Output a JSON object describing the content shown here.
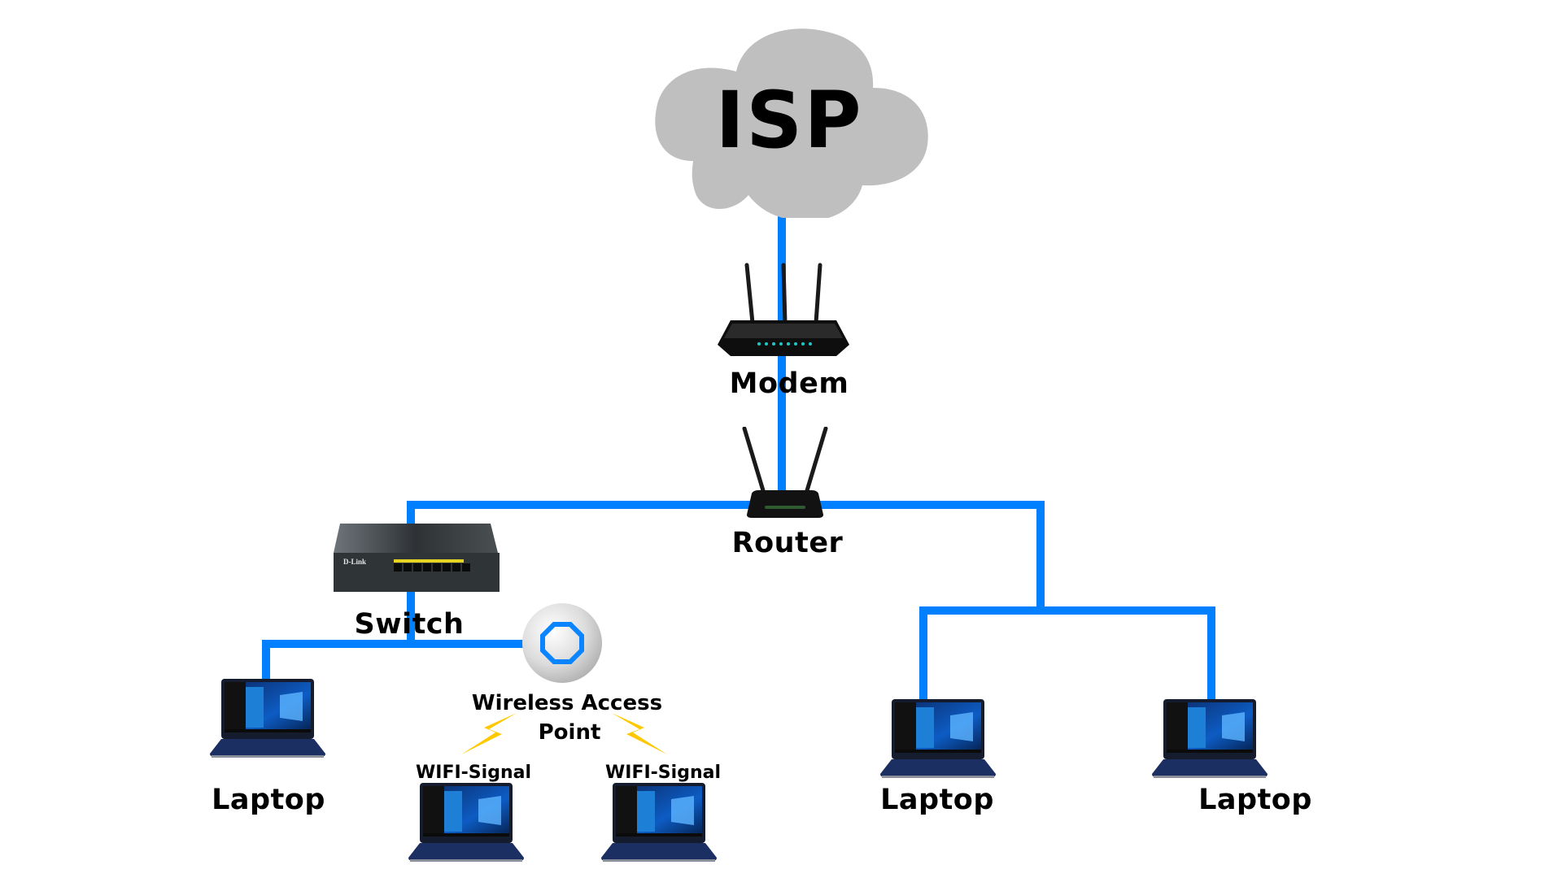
{
  "diagram": {
    "title": "Home network topology",
    "colors": {
      "wire": "#0080ff",
      "cloud": "#bfbfbf",
      "bolt": "#ffc800",
      "ap_ring": "#0a84ff"
    },
    "nodes": {
      "isp": {
        "label": "ISP",
        "icon": "cloud-icon"
      },
      "modem": {
        "label": "Modem",
        "icon": "modem-icon"
      },
      "router": {
        "label": "Router",
        "icon": "router-icon"
      },
      "switch": {
        "label": "Switch",
        "icon": "switch-icon",
        "brand": "D-Link"
      },
      "access_point": {
        "label_line1": "Wireless Access",
        "label_line2": "Point",
        "icon": "access-point-icon"
      },
      "laptops": [
        {
          "label": "Laptop",
          "icon": "laptop-icon"
        },
        {
          "label": "WIFI-Signal",
          "icon": "laptop-icon"
        },
        {
          "label": "WIFI-Signal",
          "icon": "laptop-icon"
        },
        {
          "label": "Laptop",
          "icon": "laptop-icon"
        },
        {
          "label": "Laptop",
          "icon": "laptop-icon"
        }
      ]
    },
    "connections": [
      {
        "from": "ISP",
        "to": "Modem",
        "type": "wired"
      },
      {
        "from": "Modem",
        "to": "Router",
        "type": "wired"
      },
      {
        "from": "Router",
        "to": "Switch",
        "type": "wired"
      },
      {
        "from": "Router",
        "to": "Laptop",
        "type": "wired"
      },
      {
        "from": "Router",
        "to": "Laptop",
        "type": "wired"
      },
      {
        "from": "Switch",
        "to": "Laptop",
        "type": "wired"
      },
      {
        "from": "Switch",
        "to": "Wireless Access Point",
        "type": "wired"
      },
      {
        "from": "Wireless Access Point",
        "to": "Laptop",
        "type": "wireless"
      },
      {
        "from": "Wireless Access Point",
        "to": "Laptop",
        "type": "wireless"
      }
    ]
  }
}
